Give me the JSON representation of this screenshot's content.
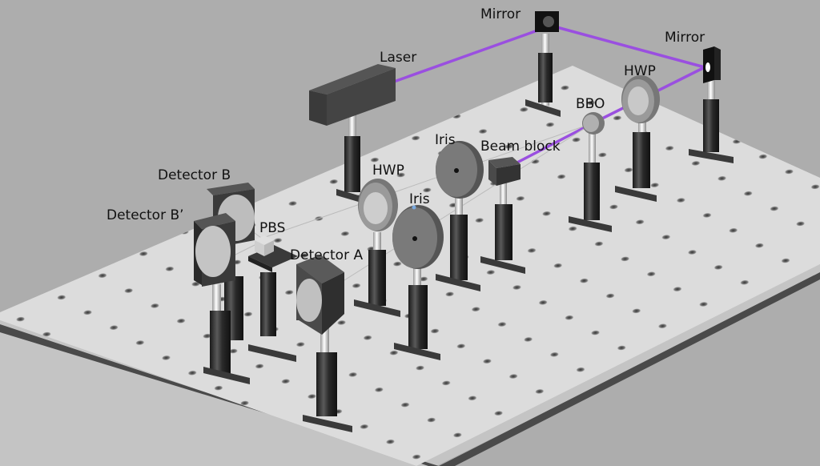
{
  "diagram": {
    "colors": {
      "background": "#adadad",
      "table_top": "#dcdcdc",
      "table_edge_light": "#c4c4c4",
      "table_edge_dark": "#4a4a4a",
      "hole": "#6a6a6a",
      "beam": "#9a4fe0",
      "post": "#2a2a2a",
      "rod": "#e8e8e8",
      "housing": "#4a4a4a",
      "detector_face": "#c8c8c8"
    },
    "labels": {
      "mirror_top": "Mirror",
      "mirror_right": "Mirror",
      "laser": "Laser",
      "hwp_right": "HWP",
      "bbo": "BBO",
      "iris_back": "Iris",
      "beam_block": "Beam block",
      "hwp_left": "HWP",
      "iris_front": "Iris",
      "detector_b": "Detector B",
      "detector_b_prime": "Detector B’",
      "pbs": "PBS",
      "detector_a": "Detector A"
    }
  }
}
